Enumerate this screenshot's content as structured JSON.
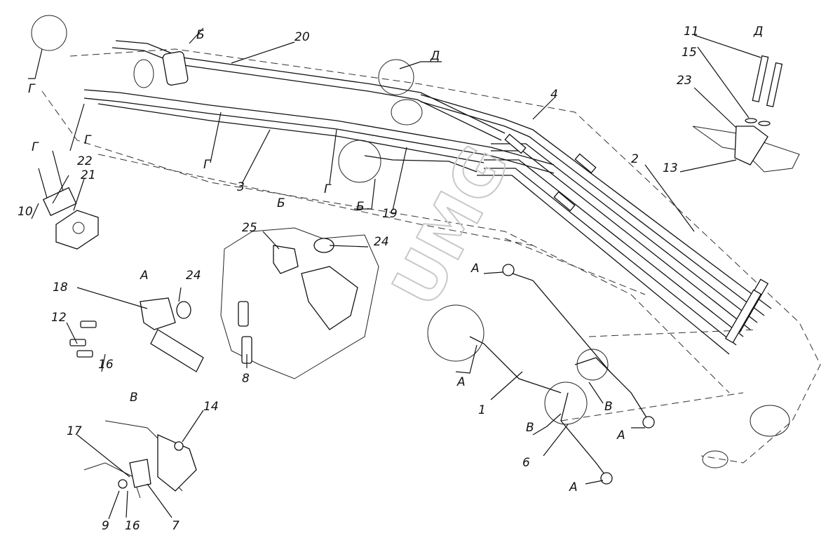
{
  "watermark": "UMG",
  "labels": {
    "b_top": "Б",
    "n20": "20",
    "d_top": "Д",
    "g_topleft": "Г",
    "g_left": "Г",
    "n4": "4",
    "n11": "11",
    "d_right": "Д",
    "n15": "15",
    "n23": "23",
    "n13": "13",
    "n2": "2",
    "g_mid1": "Г",
    "n3": "3",
    "g_mid2": "Г",
    "b_mid": "Б",
    "b_callout": "Б",
    "n19": "19",
    "g_detail": "Г",
    "n22": "22",
    "n21": "21",
    "n10": "10",
    "n25": "25",
    "n24_b": "24",
    "n8": "8",
    "a_detail": "А",
    "n24_a": "24",
    "n18": "18",
    "n12": "12",
    "n16_a": "16",
    "a_top": "А",
    "a_callout": "А",
    "n1": "1",
    "v_right": "В",
    "v_callout": "В",
    "a_right": "А",
    "n6": "6",
    "a_bottom": "А",
    "v_detail": "В",
    "n14": "14",
    "n17": "17",
    "n9": "9",
    "n16_v": "16",
    "n7": "7"
  }
}
